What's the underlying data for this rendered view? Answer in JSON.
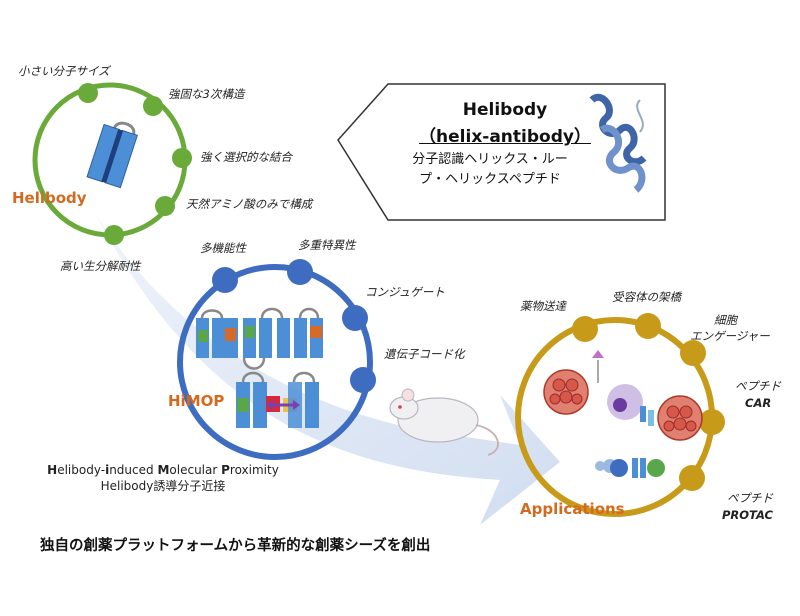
{
  "helibody": {
    "title": "Helibody",
    "features": [
      "小さい分子サイズ",
      "強固な3次構造",
      "強く選択的な結合",
      "天然アミノ酸のみで構成",
      "高い生分解耐性"
    ],
    "color": "#6aaa3a"
  },
  "callout": {
    "title_line1": "Helibody",
    "title_line2": "（helix-antibody）",
    "desc_line1": "分子認識ヘリックス・ルー",
    "desc_line2": "プ・ヘリックスペプチド"
  },
  "himop": {
    "title": "HiMOP",
    "features": [
      "多機能性",
      "多重特異性",
      "コンジュゲート",
      "遺伝子コード化"
    ],
    "desc_line1": [
      {
        "cap": "H",
        "rest": "elibody-"
      },
      {
        "cap": "i",
        "rest": "nduced "
      },
      {
        "cap": "M",
        "rest": "olecular "
      },
      {
        "cap": "P",
        "rest": "roximity"
      }
    ],
    "desc_line2": "Helibody誘導分子近接",
    "color": "#3d6cc0"
  },
  "applications": {
    "title": "Applications",
    "features": [
      "薬物送達",
      "受容体の架橋",
      "細胞",
      "エンゲージャー",
      "ペプチド",
      "CAR",
      "ペプチド",
      "PROTAC"
    ],
    "color": "#c89a1a"
  },
  "footer": "独自の創薬プラットフォームから革新的な創薬シーズを創出",
  "colors": {
    "helibody_green": "#6aaa3a",
    "himop_blue": "#3d6cc0",
    "applications_gold": "#c89a1a",
    "helibody_title": "#d36a1f",
    "arrow_fill": "#dde6f4"
  }
}
